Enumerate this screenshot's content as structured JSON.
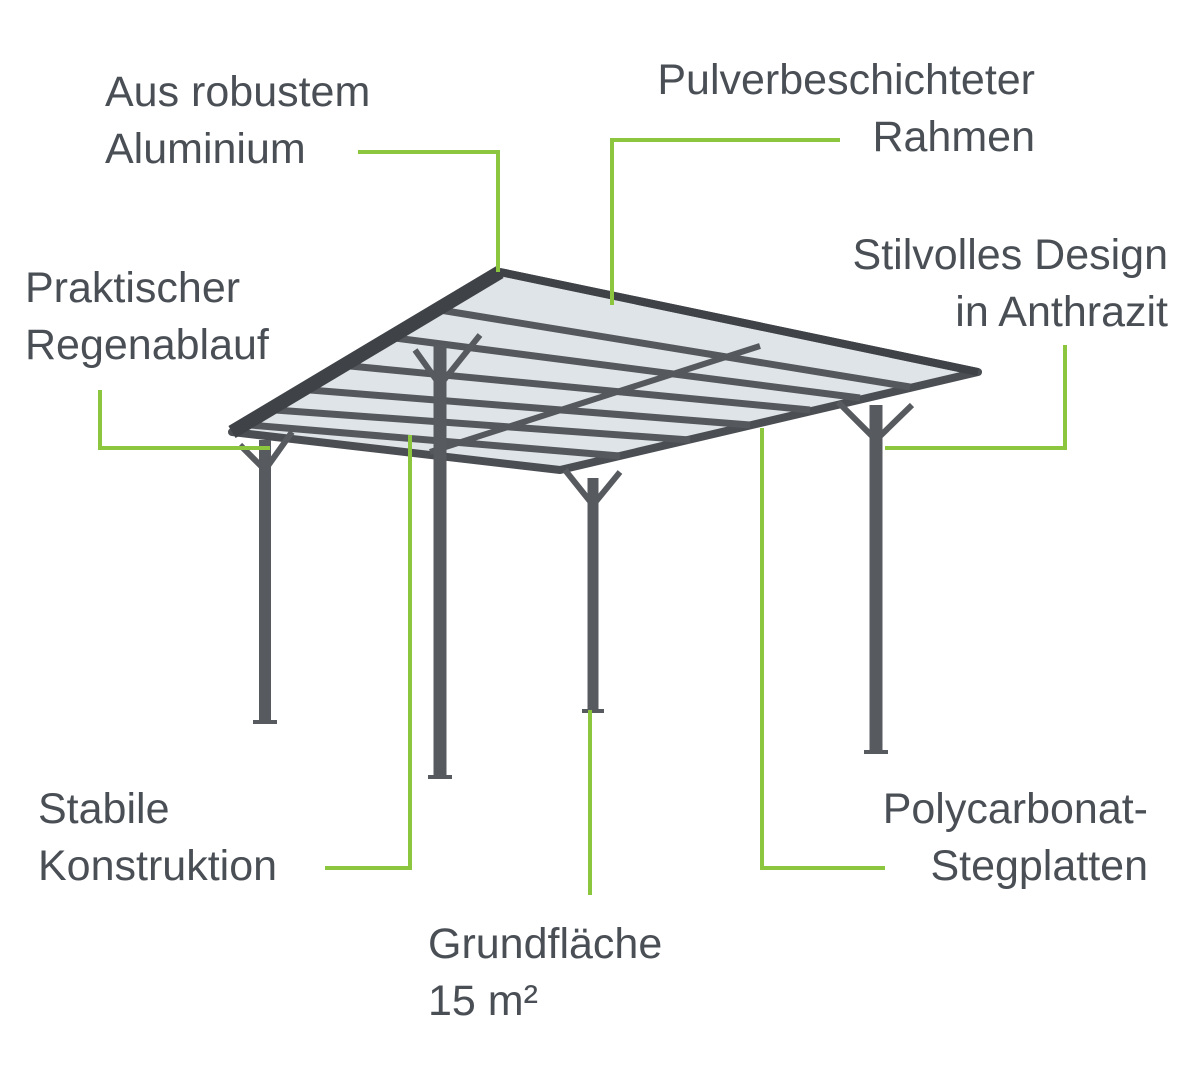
{
  "callouts": {
    "aluminium": [
      "Aus robustem",
      "Aluminium"
    ],
    "rahmen": [
      "Pulverbeschichteter",
      "Rahmen"
    ],
    "design": [
      "Stilvolles Design",
      "in Anthrazit"
    ],
    "regenablauf": [
      "Praktischer",
      "Regenablauf"
    ],
    "konstruktion": [
      "Stabile",
      "Konstruktion"
    ],
    "grundflaeche": [
      "Grundfläche",
      "15 m²"
    ],
    "stegplatten": [
      "Polycarbonat-",
      "Stegplatten"
    ]
  },
  "colors": {
    "accent": "#8cc63f",
    "text": "#4a4f56",
    "frame": "#4b4f54"
  }
}
